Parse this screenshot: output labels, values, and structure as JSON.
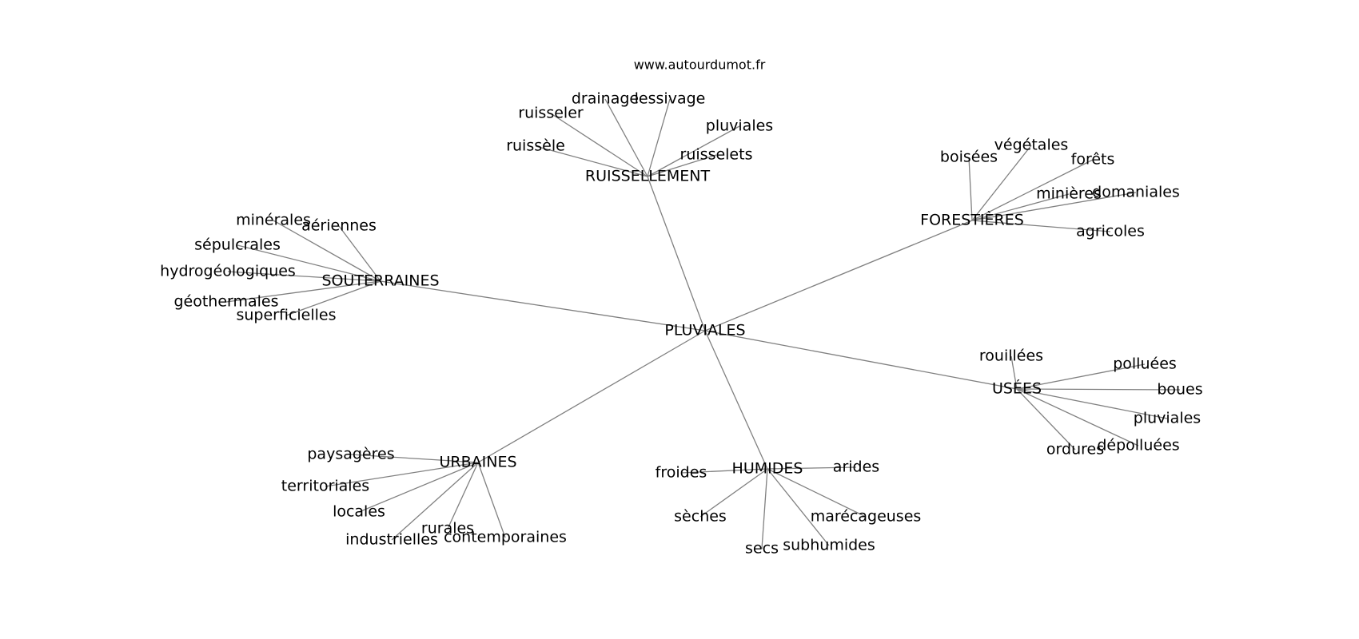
{
  "site": "www.autourdumot.fr",
  "center": "PLUVIALES",
  "clusters": [
    {
      "hub": "RUISSELLEMENT",
      "leaves": [
        "drainage",
        "lessivage",
        "ruisseler",
        "pluviales",
        "ruissèle",
        "ruisselets"
      ]
    },
    {
      "hub": "FORESTIÈRES",
      "leaves": [
        "boisées",
        "végétales",
        "forêts",
        "minières",
        "domaniales",
        "agricoles"
      ]
    },
    {
      "hub": "SOUTERRAINES",
      "leaves": [
        "minérales",
        "aériennes",
        "sépulcrales",
        "hydrogéologiques",
        "géothermales",
        "superficielles"
      ]
    },
    {
      "hub": "USÉES",
      "leaves": [
        "rouillées",
        "polluées",
        "boues",
        "pluviales",
        "ordures",
        "dépolluées"
      ]
    },
    {
      "hub": "URBAINES",
      "leaves": [
        "paysagères",
        "territoriales",
        "locales",
        "industrielles",
        "rurales",
        "contemporaines"
      ]
    },
    {
      "hub": "HUMIDES",
      "leaves": [
        "froides",
        "arides",
        "sèches",
        "marécageuses",
        "secs",
        "subhumides"
      ]
    }
  ],
  "colors": {
    "edge": "#808080",
    "text": "#000000",
    "background": "#ffffff"
  }
}
